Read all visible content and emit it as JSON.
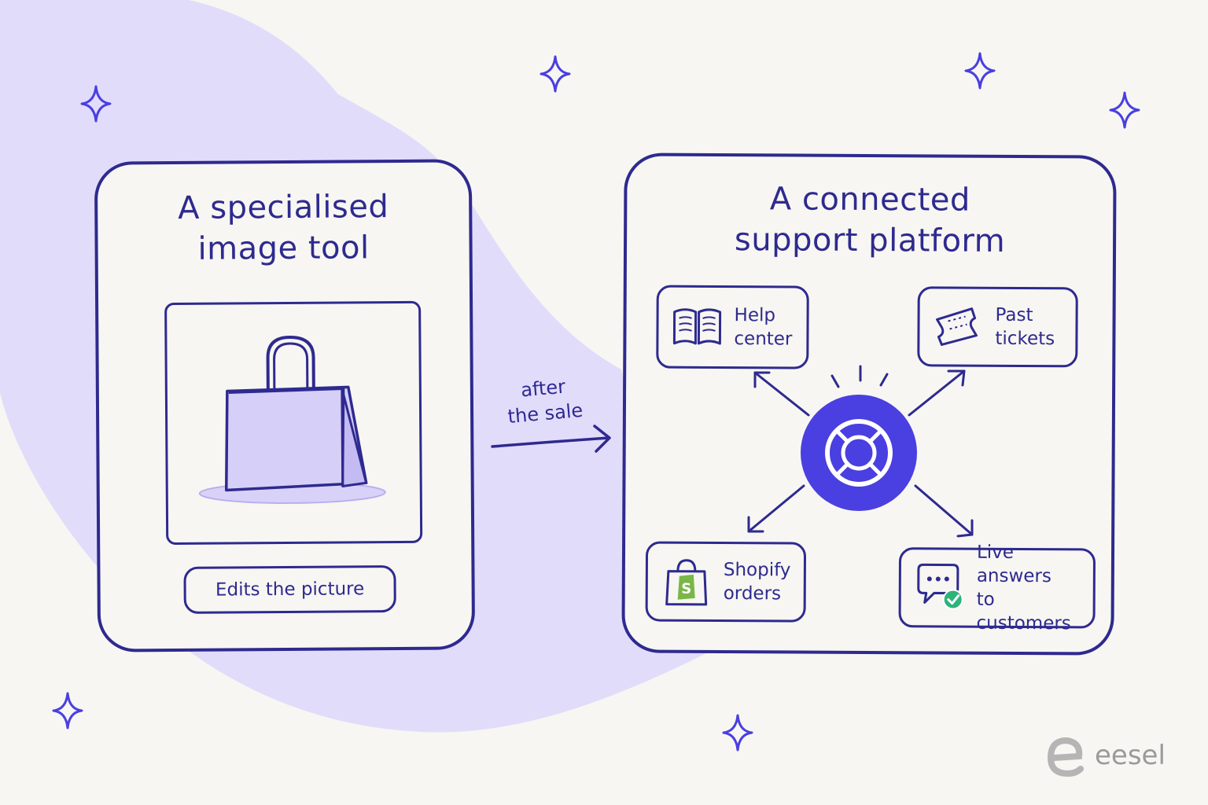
{
  "left_panel": {
    "title_line1": "A specialised",
    "title_line2": "image tool",
    "image_icon": "shopping-bag-icon",
    "caption": "Edits the picture"
  },
  "connector": {
    "label": "after\nthe sale",
    "icon": "arrow-right-icon"
  },
  "right_panel": {
    "title_line1": "A connected",
    "title_line2": "support platform",
    "hub_icon": "lifebuoy-icon",
    "nodes": [
      {
        "label": "Help\ncenter",
        "icon": "book-icon"
      },
      {
        "label": "Past\ntickets",
        "icon": "ticket-icon"
      },
      {
        "label": "Shopify\norders",
        "icon": "shopify-bag-icon"
      },
      {
        "label": "Live answers\nto customers",
        "icon": "chat-check-icon"
      }
    ]
  },
  "brand": {
    "name": "eesel"
  },
  "colors": {
    "ink": "#2e2a8f",
    "blob": "#e2dcfb",
    "hub": "#4a3fe0",
    "background": "#f7f6f2",
    "shopify": "#7ab648",
    "check": "#2fb37a"
  }
}
